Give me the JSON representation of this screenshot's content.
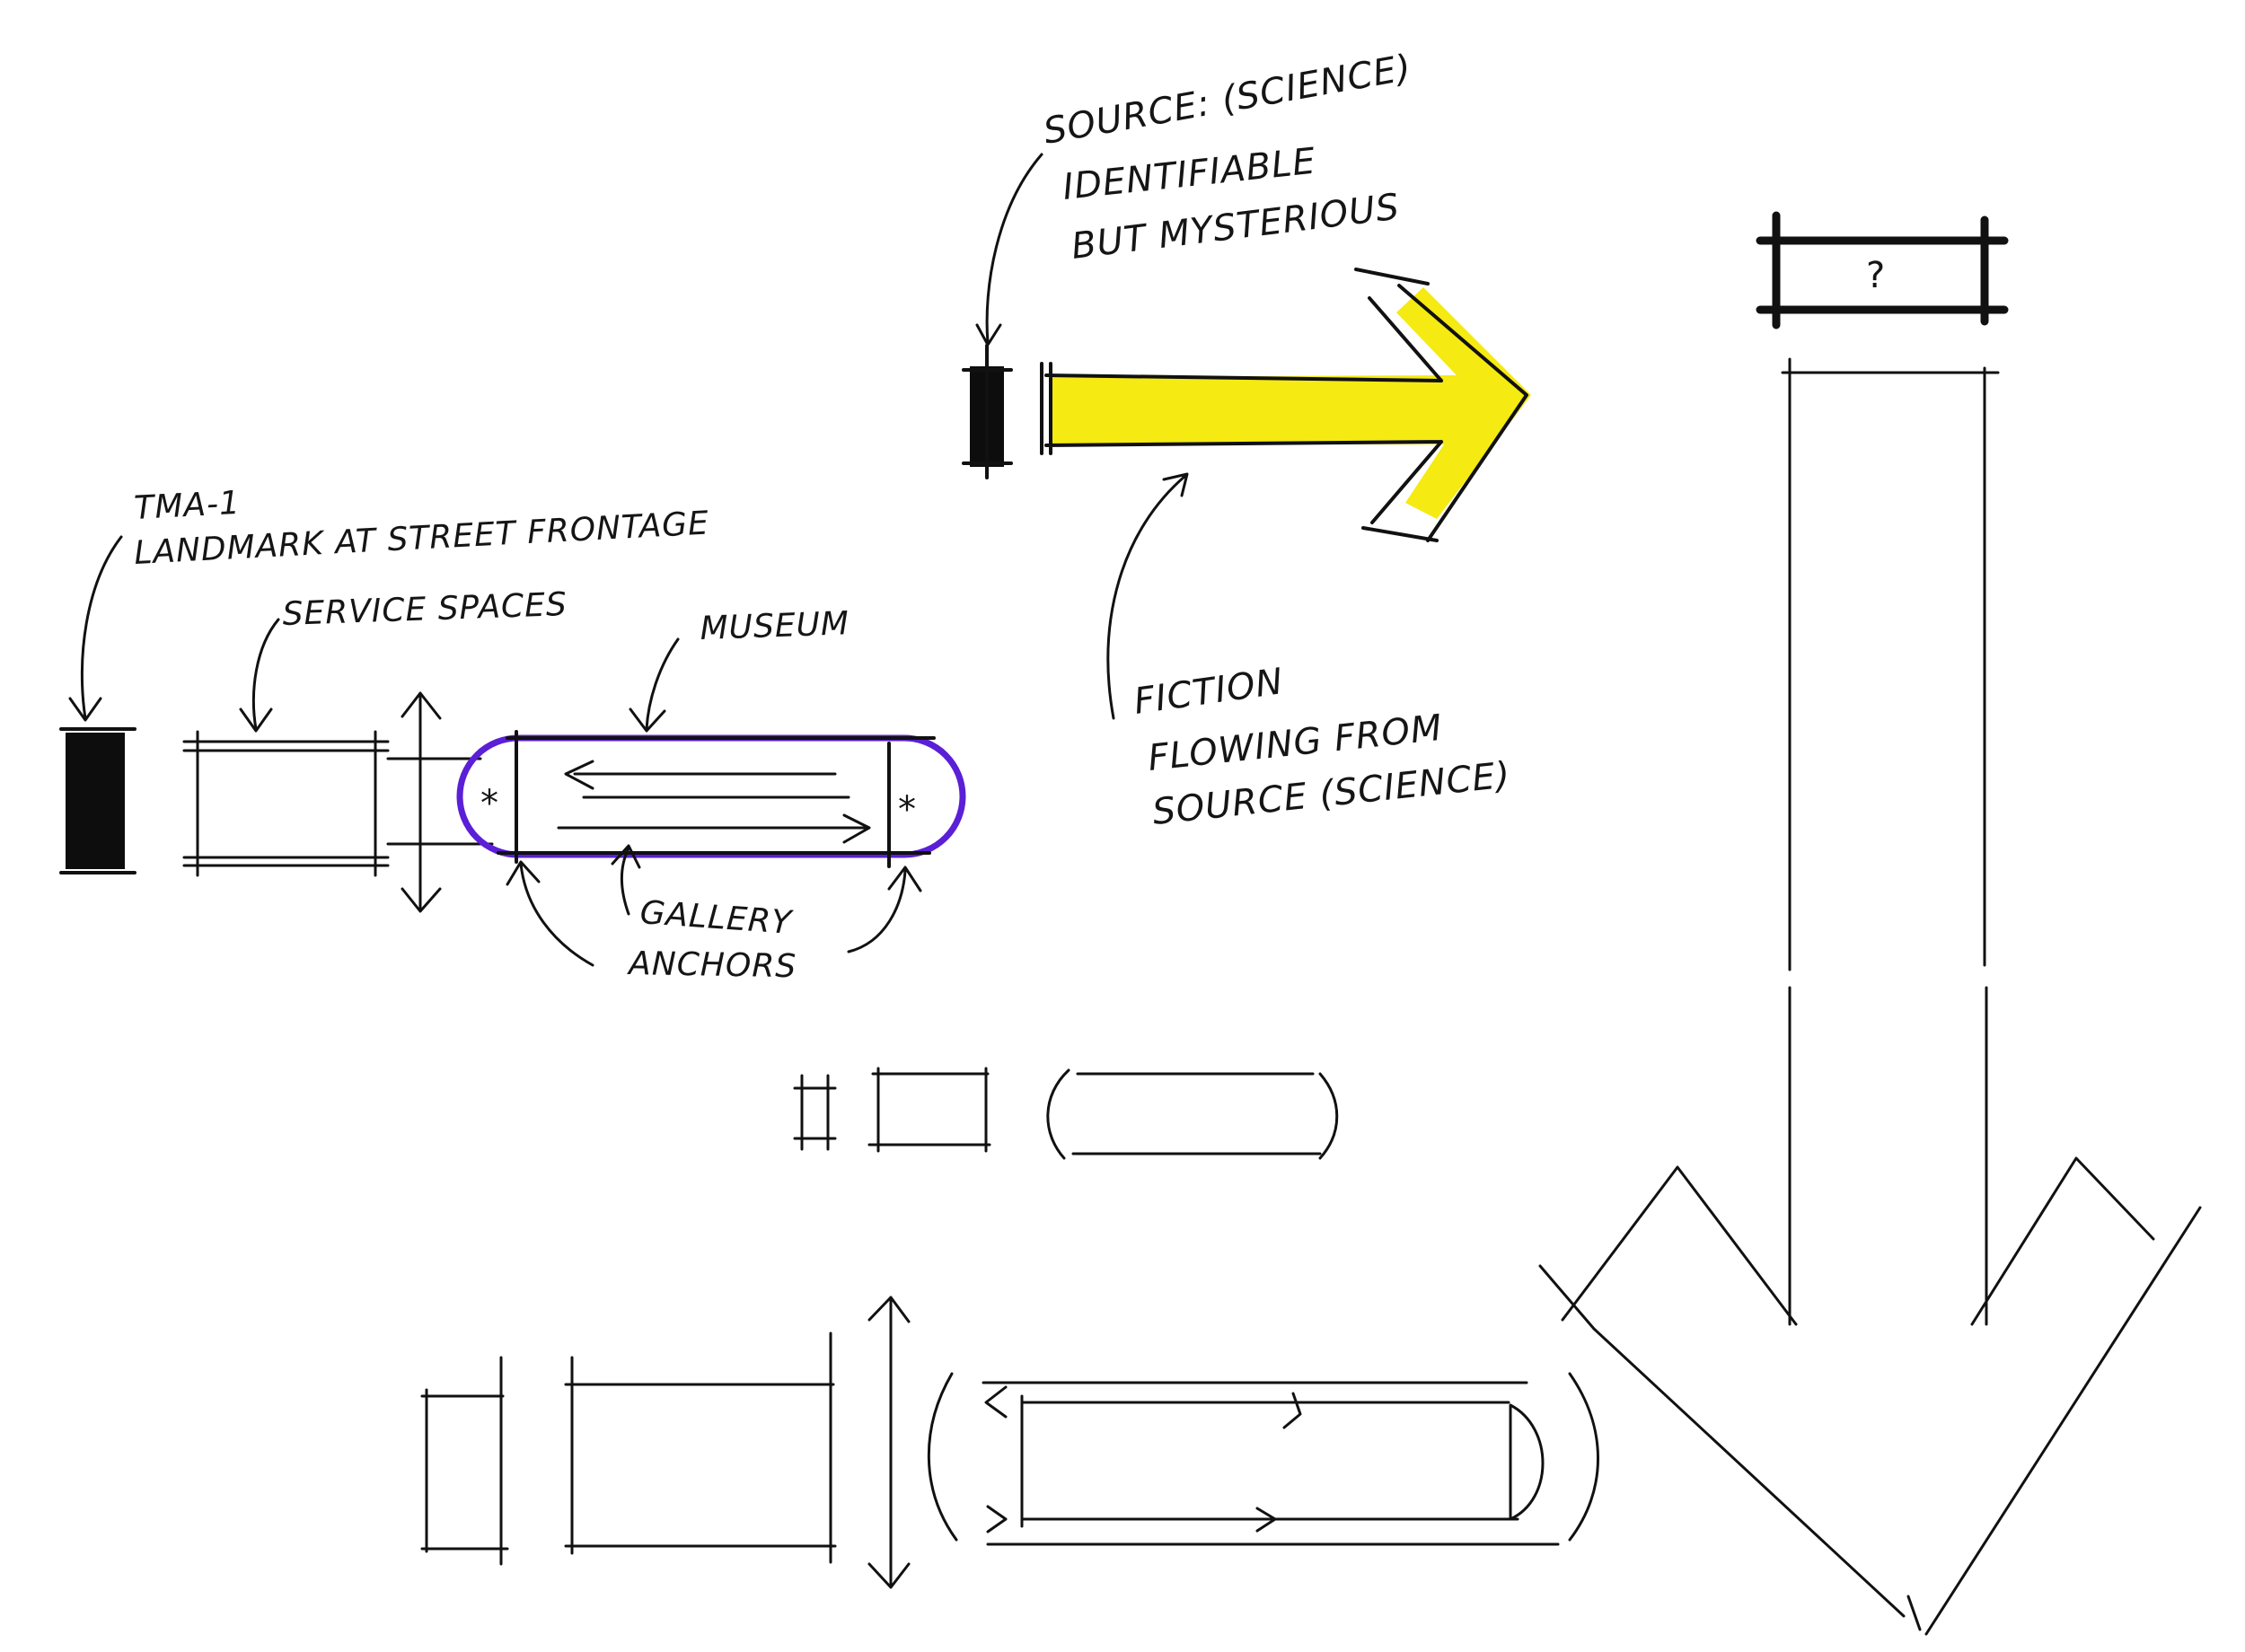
{
  "colors": {
    "ink": "#111111",
    "highlight_yellow": "#f5ea12",
    "museum_outline_purple": "#5a1fd6",
    "paper": "#ffffff"
  },
  "labels": {
    "source_line1": "SOURCE: (SCIENCE)",
    "source_line2": "IDENTIFIABLE",
    "source_line3": "BUT MYSTERIOUS",
    "fiction_line1": "FICTION",
    "fiction_line2": "FLOWING FROM",
    "fiction_line3": "SOURCE (SCIENCE)",
    "tma_line1": "TMA-1",
    "tma_line2": "LANDMARK AT STREET FRONTAGE",
    "service_spaces": "SERVICE SPACES",
    "museum": "MUSEUM",
    "gallery_line1": "GALLERY",
    "gallery_line2": "ANCHORS",
    "anchor_mark": "*",
    "unknown_mark": "?"
  }
}
